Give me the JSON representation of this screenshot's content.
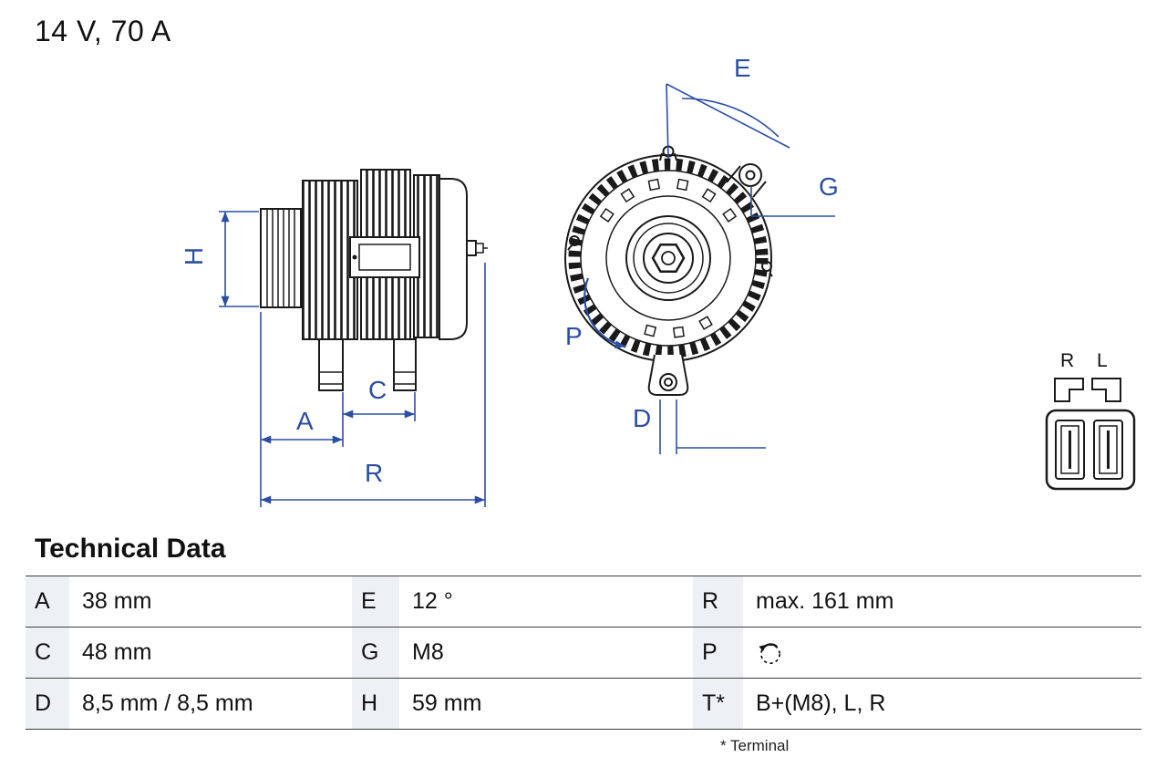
{
  "header": {
    "title": "14 V, 70 A"
  },
  "diagram": {
    "labels": {
      "H": "H",
      "A": "A",
      "C": "C",
      "R": "R",
      "E": "E",
      "G": "G",
      "P": "P",
      "D": "D"
    },
    "connector": {
      "left_label": "R",
      "right_label": "L"
    },
    "colors": {
      "dimension_blue": "#2B4EA4",
      "drawing_black": "#1A1A1A"
    },
    "icons": {
      "p_rotation": "ccw-rotation"
    }
  },
  "technical_data": {
    "heading": "Technical Data",
    "footnote": "* Terminal",
    "rows": [
      [
        {
          "key": "A",
          "value": "38 mm"
        },
        {
          "key": "E",
          "value": "12 °"
        },
        {
          "key": "R",
          "value": "max. 161 mm"
        }
      ],
      [
        {
          "key": "C",
          "value": "48 mm"
        },
        {
          "key": "G",
          "value": "M8"
        },
        {
          "key": "P",
          "value": ""
        }
      ],
      [
        {
          "key": "D",
          "value": "8,5 mm / 8,5 mm"
        },
        {
          "key": "H",
          "value": "59 mm"
        },
        {
          "key": "T*",
          "value": "B+(M8), L, R"
        }
      ]
    ]
  }
}
